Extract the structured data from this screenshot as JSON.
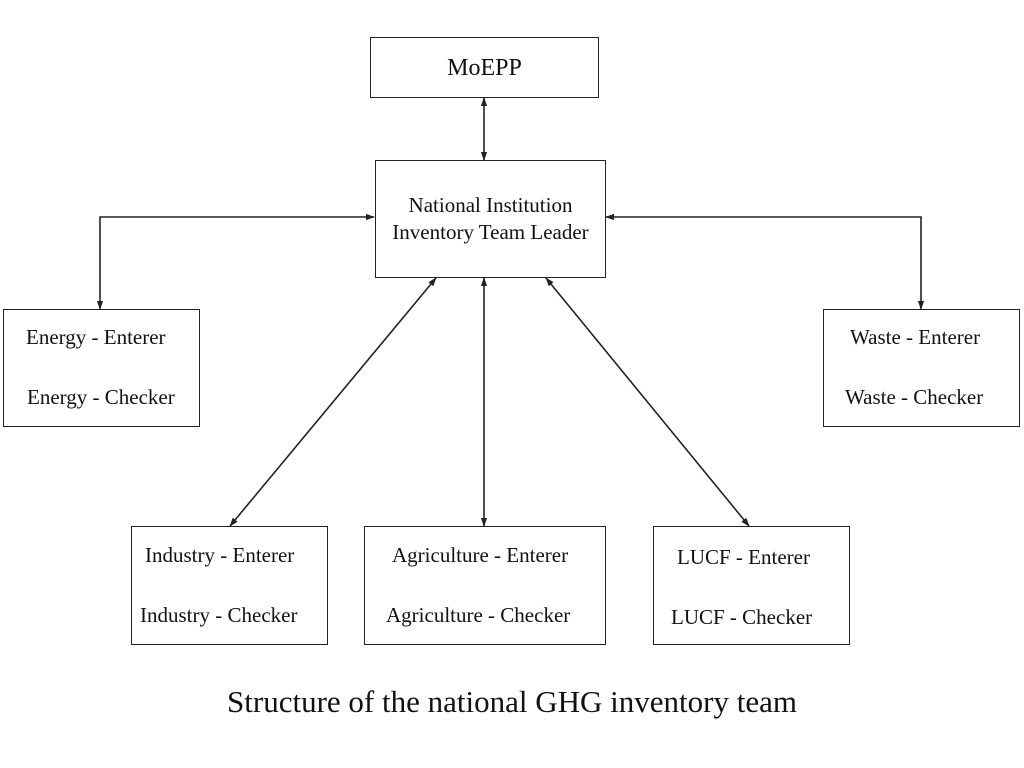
{
  "nodes": {
    "moepp": "MoEPP",
    "leader_line1": "National Institution",
    "leader_line2": "Inventory Team Leader",
    "energy_enterer": "Energy - Enterer",
    "energy_checker": "Energy - Checker",
    "waste_enterer": "Waste - Enterer",
    "waste_checker": "Waste - Checker",
    "industry_enterer": "Industry - Enterer",
    "industry_checker": "Industry - Checker",
    "agriculture_enterer": "Agriculture - Enterer",
    "agriculture_checker": "Agriculture - Checker",
    "lucf_enterer": "LUCF - Enterer",
    "lucf_checker": "LUCF - Checker"
  },
  "caption": "Structure of the national GHG inventory team"
}
